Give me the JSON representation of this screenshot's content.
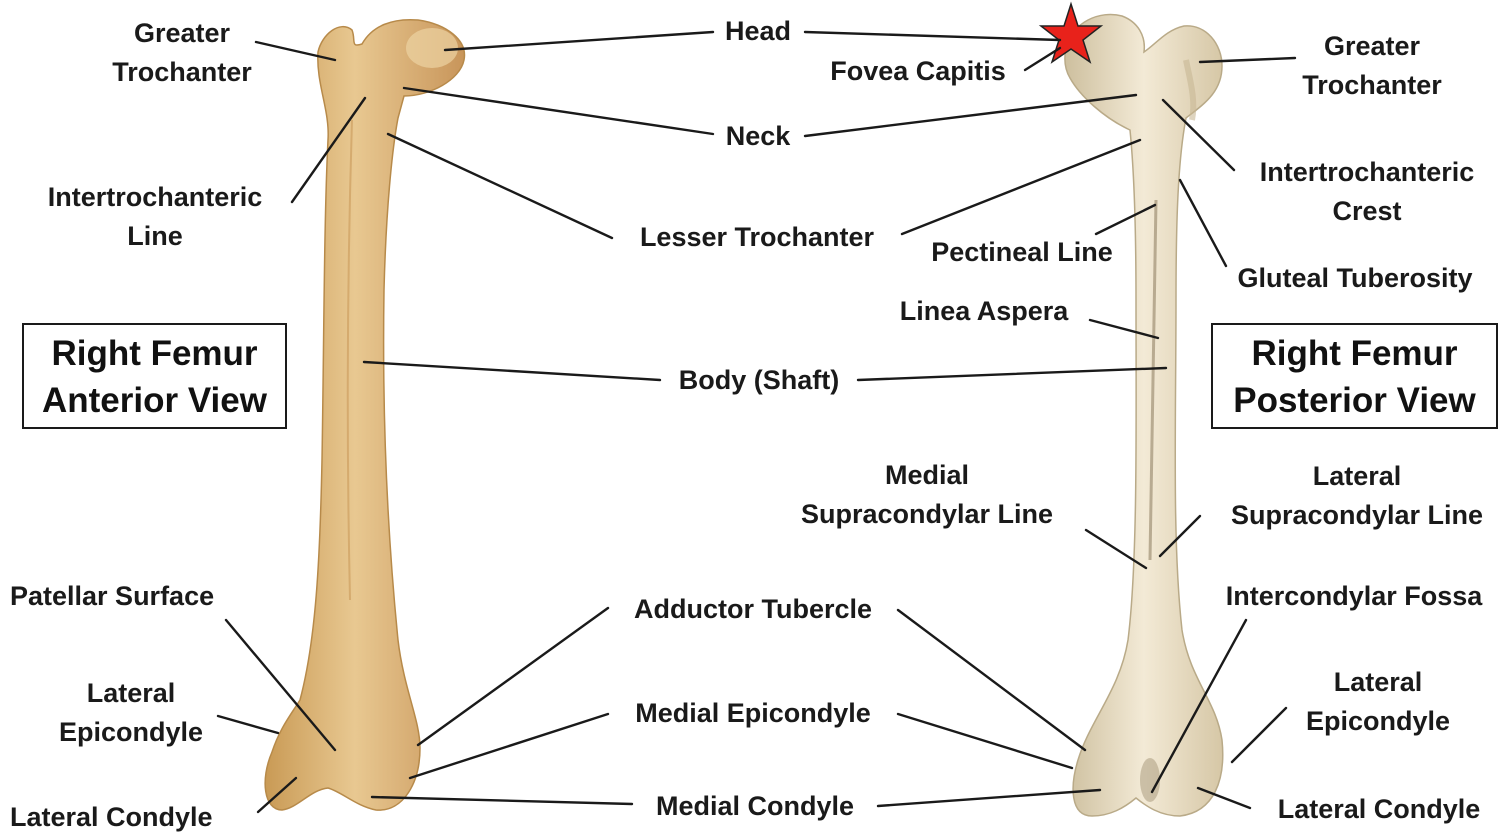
{
  "anterior": {
    "title": "Right Femur\nAnterior View",
    "labels": {
      "greater_trochanter": "Greater\nTrochanter",
      "intertrochanteric_line": "Intertrochanteric\nLine",
      "patellar_surface": "Patellar Surface",
      "lateral_epicondyle": "Lateral\nEpicondyle",
      "lateral_condyle": "Lateral Condyle"
    }
  },
  "shared": {
    "head": "Head",
    "neck": "Neck",
    "lesser_trochanter": "Lesser Trochanter",
    "body_shaft": "Body (Shaft)",
    "adductor_tubercle": "Adductor Tubercle",
    "medial_epicondyle": "Medial Epicondyle",
    "medial_condyle": "Medial Condyle"
  },
  "posterior": {
    "title": "Right Femur\nPosterior View",
    "labels": {
      "fovea_capitis": "Fovea Capitis",
      "greater_trochanter": "Greater\nTrochanter",
      "intertrochanteric_crest": "Intertrochanteric\nCrest",
      "pectineal_line": "Pectineal Line",
      "gluteal_tuberosity": "Gluteal Tuberosity",
      "linea_aspera": "Linea Aspera",
      "medial_supracondylar_line": "Medial\nSupracondylar Line",
      "lateral_supracondylar_line": "Lateral\nSupracondylar Line",
      "intercondylar_fossa": "Intercondylar Fossa",
      "lateral_epicondyle": "Lateral\nEpicondyle",
      "lateral_condyle": "Lateral Condyle"
    }
  },
  "colors": {
    "anterior_bone": "#d9b57a",
    "posterior_bone": "#e6d9bd",
    "star_marker": "#e8221b"
  }
}
